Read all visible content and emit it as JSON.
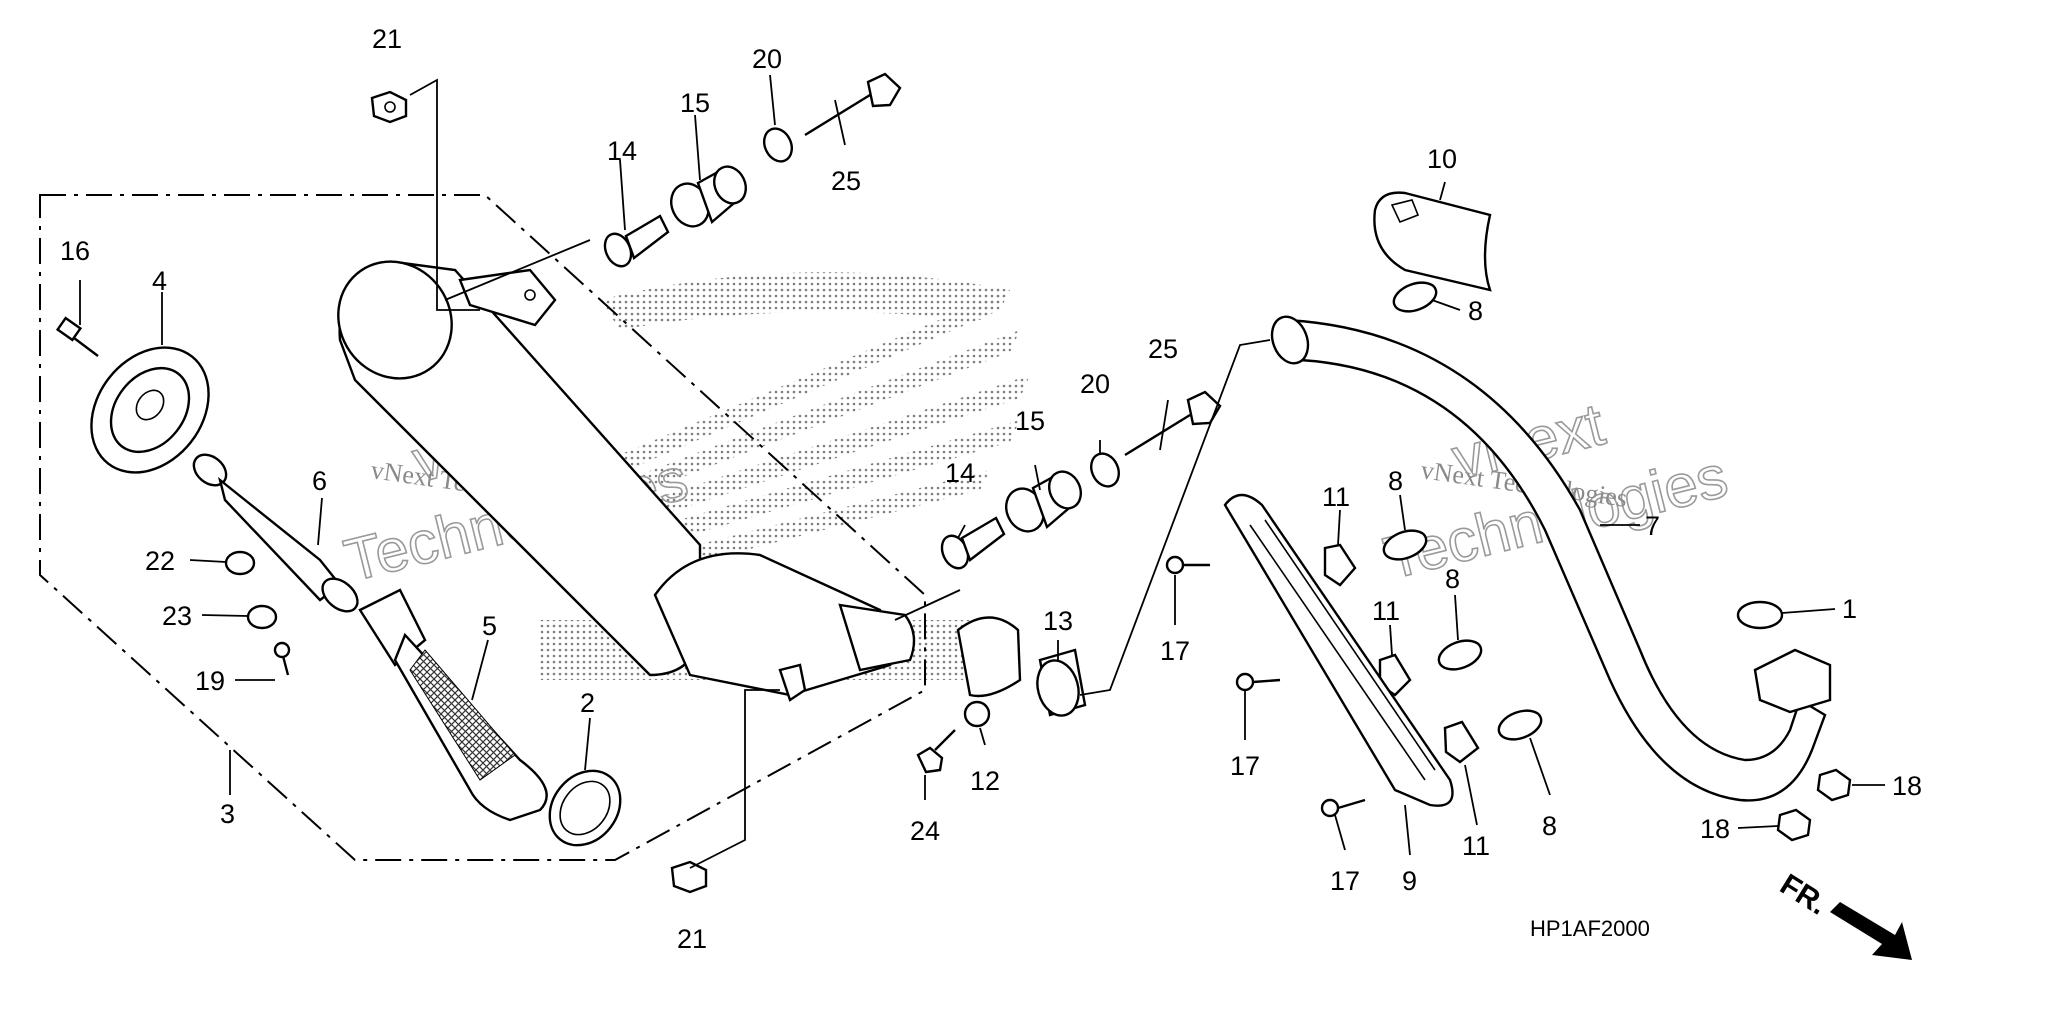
{
  "diagram_code": "HP1AF2000",
  "front_indicator": "FR.",
  "watermark": {
    "line1": "vNext",
    "line2": "Technologies",
    "small": "vNext Technologies"
  },
  "callouts": [
    "1",
    "2",
    "3",
    "4",
    "5",
    "6",
    "7",
    "8",
    "9",
    "10",
    "11",
    "12",
    "13",
    "14",
    "15",
    "16",
    "17",
    "18",
    "19",
    "20",
    "21",
    "22",
    "23",
    "24",
    "25"
  ],
  "labels": {
    "c21a": "21",
    "c20a": "20",
    "c15a": "15",
    "c14a": "14",
    "c25a": "25",
    "c16": "16",
    "c4": "4",
    "c6": "6",
    "c22": "22",
    "c23": "23",
    "c19": "19",
    "c5": "5",
    "c2": "2",
    "c3": "3",
    "c21b": "21",
    "c25b": "25",
    "c20b": "20",
    "c15b": "15",
    "c14b": "14",
    "c13": "13",
    "c12": "12",
    "c24": "24",
    "c10": "10",
    "c8a": "8",
    "c8b": "8",
    "c8c": "8",
    "c8d": "8",
    "c11a": "11",
    "c11b": "11",
    "c11c": "11",
    "c17a": "17",
    "c17b": "17",
    "c17c": "17",
    "c9": "9",
    "c7": "7",
    "c1": "1",
    "c18a": "18",
    "c18b": "18"
  }
}
